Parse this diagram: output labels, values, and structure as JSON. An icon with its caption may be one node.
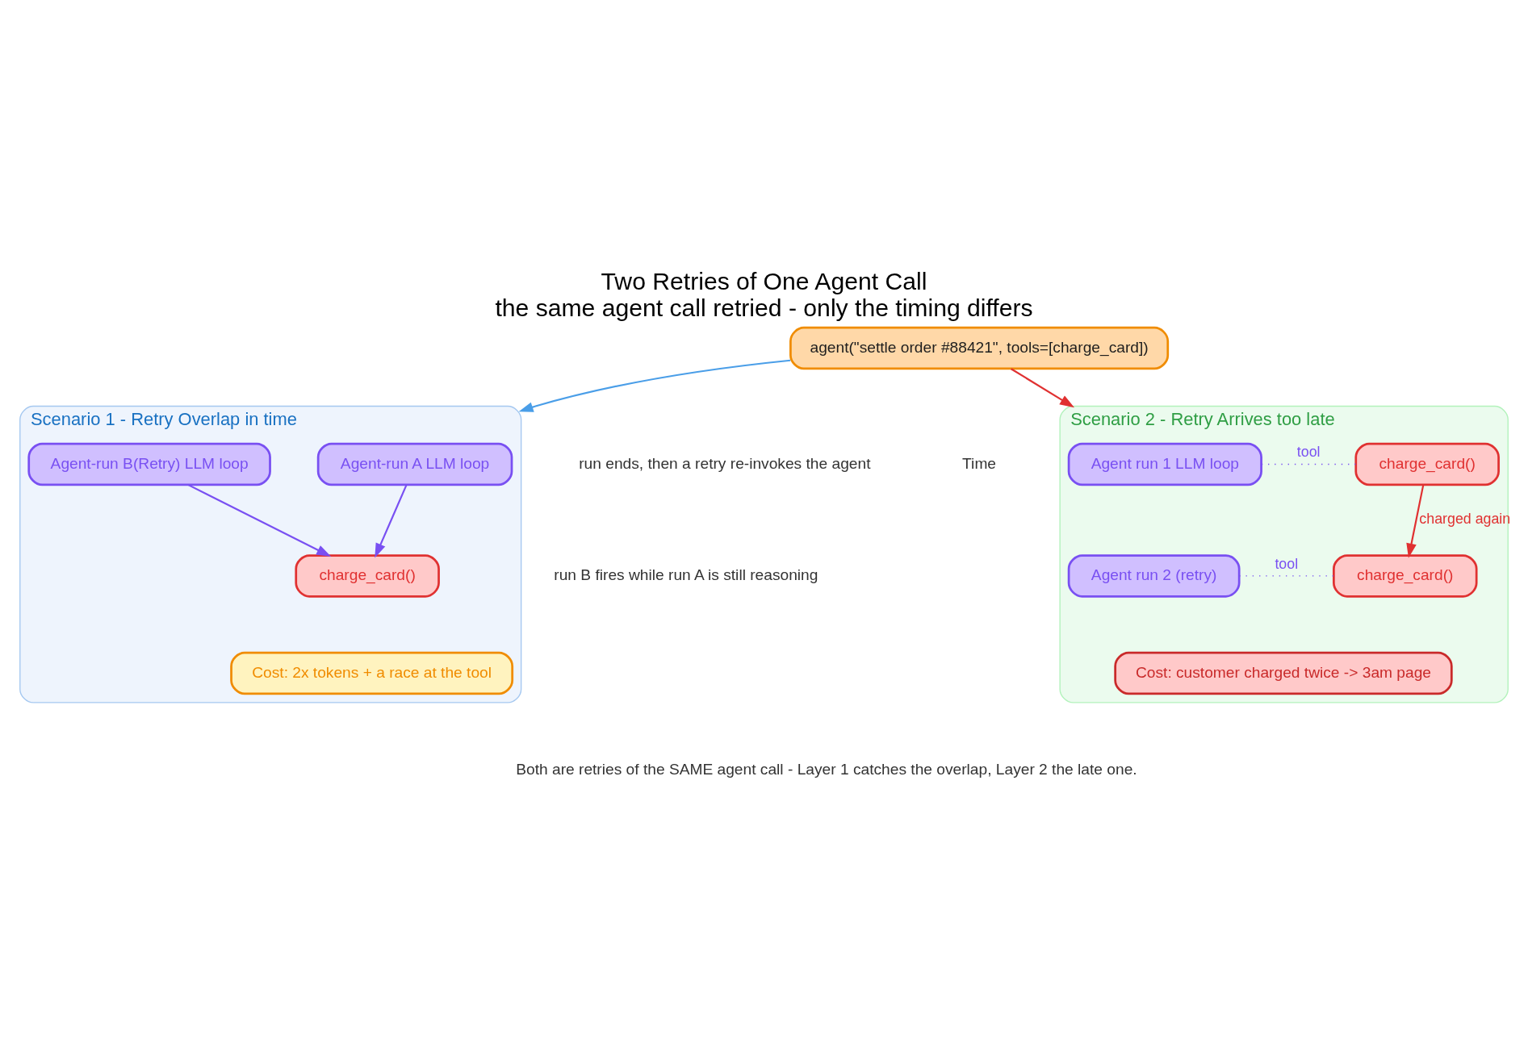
{
  "diagram": {
    "title": "Two Retries of One Agent Call",
    "caption": "the same agent call retried - only the timing differs",
    "nodes": [
      {
        "text": [
          "agent(\"settle order #88421\", tools=[charge_card])"
        ]
      },
      {
        "text": [
          "Scenario 1 - Retry Overlap in time"
        ]
      },
      {
        "text": [
          "Agent-run A LLM loop"
        ],
        "in": 1
      },
      {
        "text": [
          "Agent-run B(Retry) LLM loop"
        ],
        "in": 1
      },
      {
        "text": [
          "charge_card()"
        ],
        "in": 1
      },
      {
        "text": [
          "Cost: 2x tokens + a race at the tool"
        ],
        "in": 1
      },
      {
        "text": [
          "Scenario 2 - Retry Arrives too late"
        ]
      },
      {
        "text": [
          "Agent run 1 LLM loop"
        ],
        "in": 6
      },
      {
        "text": [
          "charge_card()"
        ],
        "in": 6
      },
      {
        "text": [
          "Agent run 2 (retry)"
        ],
        "in": 6
      },
      {
        "text": [
          "charge_card()"
        ],
        "in": 6
      },
      {
        "text": [
          "Cost: customer charged twice -> 3am page"
        ],
        "in": 6
      }
    ],
    "edges": [
      {
        "from": 0,
        "to": 1,
        "arrow": "to",
        "color": "#4a9ee8"
      },
      {
        "from": 0,
        "to": 6,
        "arrow": "to",
        "color": "#e03131"
      },
      {
        "from": 2,
        "to": 4,
        "arrow": "to",
        "color": "#7950f2"
      },
      {
        "from": 3,
        "to": 4,
        "arrow": "to",
        "color": "#7950f2"
      },
      {
        "from": 7,
        "to": 8,
        "arrow": "none",
        "label": "tool",
        "style": "dashed",
        "color": "#7950f2"
      },
      {
        "from": 8,
        "to": 10,
        "arrow": "to",
        "label": "charged again",
        "color": "#e03131"
      },
      {
        "from": 9,
        "to": 10,
        "arrow": "none",
        "label": "tool",
        "style": "dashed",
        "color": "#7950f2"
      }
    ],
    "labels": [
      "Time",
      "run B fires while run A is still reasoning",
      "run ends, then a retry re-invokes the agent",
      "Both are retries of the SAME agent call - Layer 1 catches the overlap, Layer 2 the late one."
    ]
  }
}
